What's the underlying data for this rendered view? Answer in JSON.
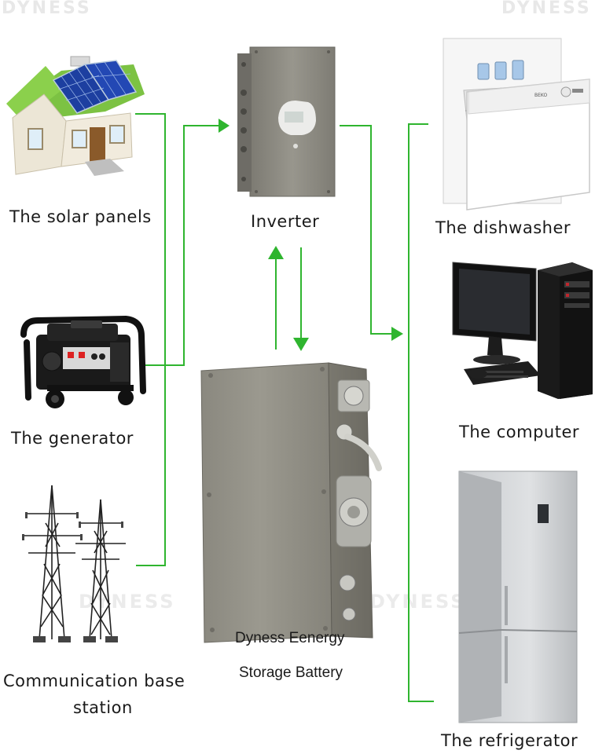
{
  "watermark": "DYNESS",
  "colors": {
    "connector": "#2fb52f",
    "device": "#8a8a80",
    "steel": "#c8cacc"
  },
  "sources": [
    {
      "id": "solar",
      "label": "The solar panels",
      "icon": "solar-house-icon"
    },
    {
      "id": "generator",
      "label": "The generator",
      "icon": "generator-icon"
    },
    {
      "id": "grid",
      "label_line1": "Communication base",
      "label_line2": "station",
      "icon": "transmission-tower-icon"
    }
  ],
  "inverter": {
    "label": "Inverter",
    "icon": "inverter-icon"
  },
  "battery": {
    "label_line1": "Dyness Eenergy",
    "label_line2": "Storage Battery",
    "icon": "battery-icon"
  },
  "loads": [
    {
      "id": "dishwasher",
      "label": "The dishwasher",
      "icon": "dishwasher-icon"
    },
    {
      "id": "computer",
      "label": "The computer",
      "icon": "computer-icon"
    },
    {
      "id": "refrigerator",
      "label": "The refrigerator",
      "icon": "refrigerator-icon"
    }
  ]
}
